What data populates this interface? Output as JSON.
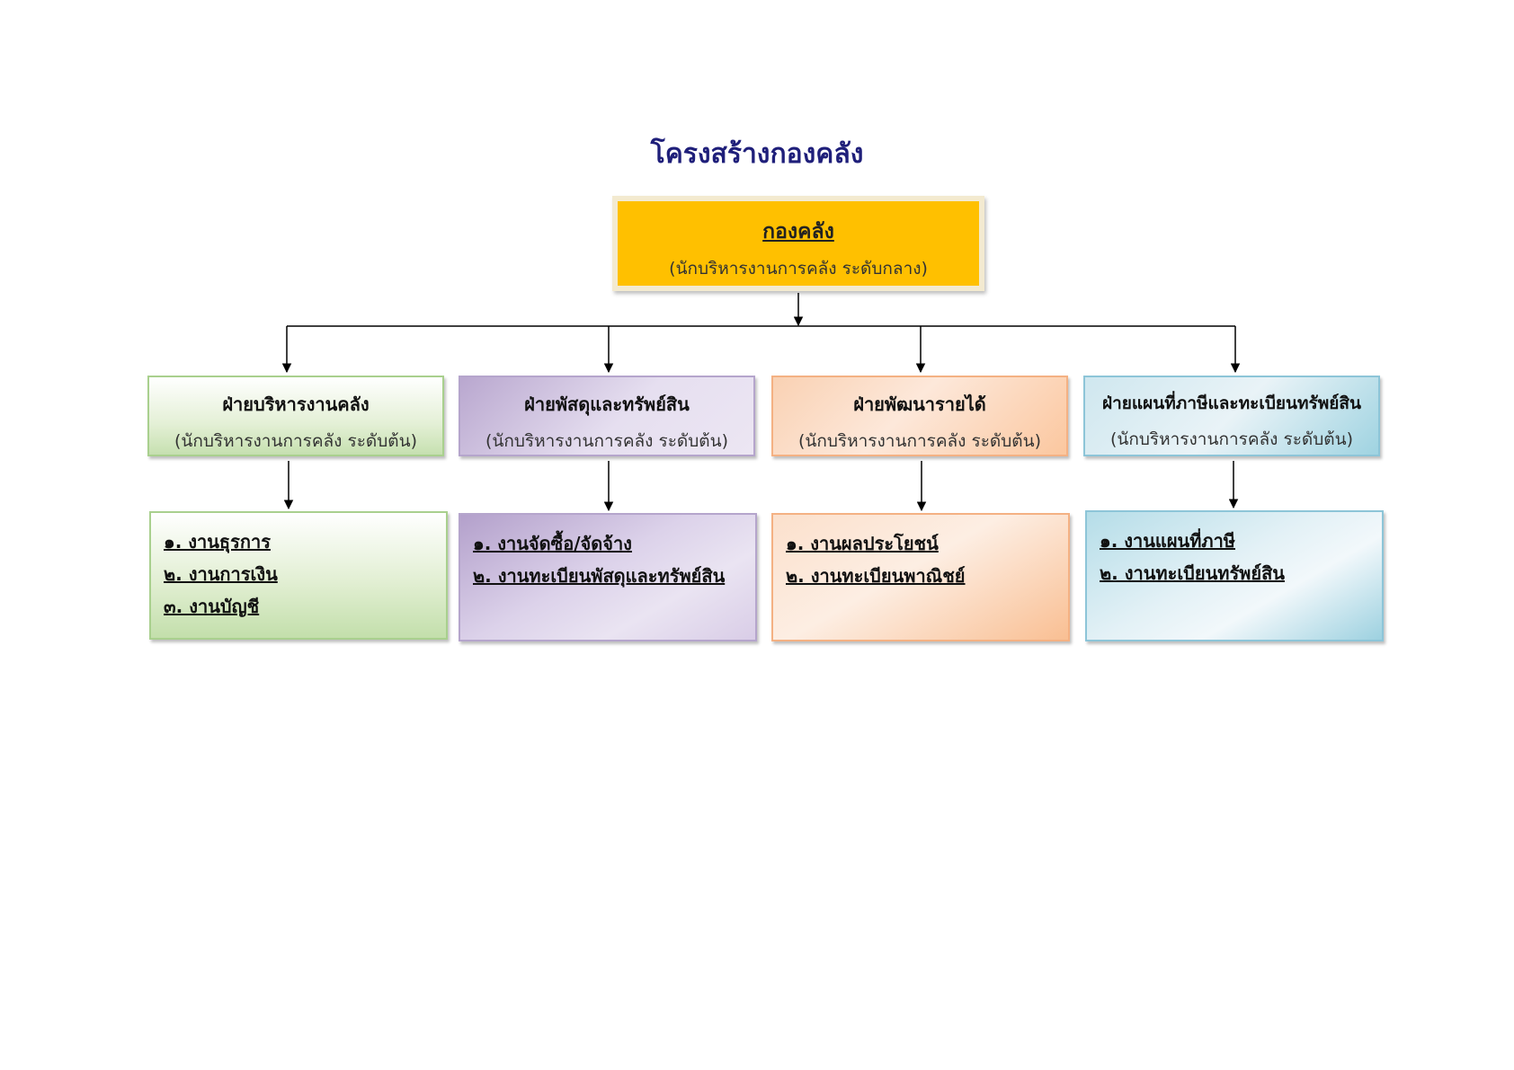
{
  "title": "โครงสร้างกองคลัง",
  "root": {
    "head": "กองคลัง",
    "sub": "(นักบริหารงานการคลัง ระดับกลาง)"
  },
  "departments": [
    {
      "head": "ฝ่ายบริหารงานคลัง",
      "sub": "(นักบริหารงานการคลัง ระดับต้น)",
      "tasks": [
        "๑. งานธุรการ",
        "๒. งานการเงิน",
        "๓. งานบัญชี"
      ],
      "color": "#c6e0b4"
    },
    {
      "head": "ฝ่ายพัสดุและทรัพย์สิน",
      "sub": "(นักบริหารงานการคลัง ระดับต้น)",
      "tasks": [
        "๑. งานจัดซื้อ/จัดจ้าง",
        "๒. งานทะเบียนพัสดุและทรัพย์สิน"
      ],
      "color": "#b4a7d6"
    },
    {
      "head": "ฝ่ายพัฒนารายได้",
      "sub": "(นักบริหารงานการคลัง ระดับต้น)",
      "tasks": [
        "๑. งานผลประโยชน์",
        "๒. งานทะเบียนพาณิชย์"
      ],
      "color": "#f8cbad"
    },
    {
      "head": "ฝ่ายแผนที่ภาษีและทะเบียนทรัพย์สิน",
      "sub": "(นักบริหารงานการคลัง ระดับต้น)",
      "tasks": [
        "๑. งานแผนที่ภาษี",
        "๒. งานทะเบียนทรัพย์สิน"
      ],
      "color": "#9fd3e1"
    }
  ]
}
